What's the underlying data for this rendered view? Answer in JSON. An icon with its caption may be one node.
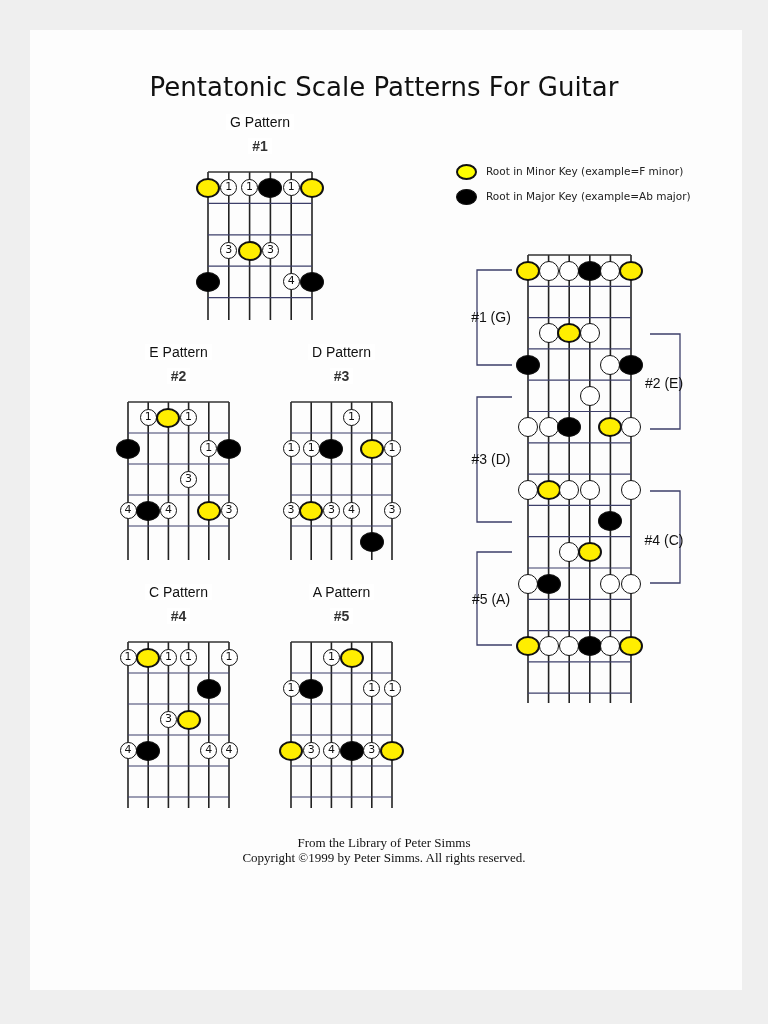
{
  "diagram": {
    "title": "Pentatonic Scale Patterns For Guitar",
    "nodes": [
      {
        "text": [
          "G Pattern",
          "#1"
        ]
      },
      {
        "text": [],
        "shape": "circle",
        "in": 0
      },
      {
        "text": [
          "1"
        ],
        "in": 0
      },
      {
        "text": [
          "1"
        ],
        "in": 0
      },
      {
        "text": [],
        "shape": "circle",
        "in": 0
      },
      {
        "text": [
          "1"
        ],
        "in": 0
      },
      {
        "text": [],
        "shape": "circle",
        "in": 0
      },
      {
        "text": [
          "3"
        ],
        "in": 0
      },
      {
        "text": [],
        "shape": "circle",
        "in": 0
      },
      {
        "text": [
          "3"
        ],
        "in": 0
      },
      {
        "text": [],
        "shape": "circle",
        "in": 0
      },
      {
        "text": [
          "4"
        ],
        "in": 0
      },
      {
        "text": [],
        "shape": "circle",
        "in": 0
      },
      {
        "text": [
          "E Pattern",
          "#2"
        ]
      },
      {
        "text": [
          "1"
        ],
        "in": 13
      },
      {
        "text": [],
        "shape": "circle",
        "in": 13
      },
      {
        "text": [
          "1"
        ],
        "in": 13
      },
      {
        "text": [],
        "shape": "circle",
        "in": 13
      },
      {
        "text": [
          "1"
        ],
        "in": 13
      },
      {
        "text": [],
        "shape": "circle",
        "in": 13
      },
      {
        "text": [
          "3"
        ],
        "in": 13
      },
      {
        "text": [
          "4"
        ],
        "in": 13
      },
      {
        "text": [],
        "shape": "circle",
        "in": 13
      },
      {
        "text": [
          "4"
        ],
        "in": 13
      },
      {
        "text": [],
        "shape": "circle",
        "in": 13
      },
      {
        "text": [
          "3"
        ],
        "in": 13
      },
      {
        "text": [
          "D Pattern",
          "#3"
        ]
      },
      {
        "text": [
          "1"
        ],
        "in": 26
      },
      {
        "text": [
          "1"
        ],
        "in": 26
      },
      {
        "text": [
          "1"
        ],
        "in": 26
      },
      {
        "text": [],
        "shape": "circle",
        "in": 26
      },
      {
        "text": [],
        "shape": "circle",
        "in": 26
      },
      {
        "text": [
          "1"
        ],
        "in": 26
      },
      {
        "text": [
          "3"
        ],
        "in": 26
      },
      {
        "text": [],
        "shape": "circle",
        "in": 26
      },
      {
        "text": [
          "3"
        ],
        "in": 26
      },
      {
        "text": [
          "4"
        ],
        "in": 26
      },
      {
        "text": [
          "3"
        ],
        "in": 26
      },
      {
        "text": [],
        "shape": "circle",
        "in": 26
      },
      {
        "text": [
          "C Pattern",
          "#4"
        ]
      },
      {
        "text": [
          "1"
        ],
        "in": 39
      },
      {
        "text": [],
        "shape": "circle",
        "in": 39
      },
      {
        "text": [
          "1"
        ],
        "in": 39
      },
      {
        "text": [
          "1"
        ],
        "in": 39
      },
      {
        "text": [
          "1"
        ],
        "in": 39
      },
      {
        "text": [],
        "shape": "circle",
        "in": 39
      },
      {
        "text": [
          "3"
        ],
        "in": 39
      },
      {
        "text": [],
        "shape": "circle",
        "in": 39
      },
      {
        "text": [
          "4"
        ],
        "in": 39
      },
      {
        "text": [],
        "shape": "circle",
        "in": 39
      },
      {
        "text": [
          "4"
        ],
        "in": 39
      },
      {
        "text": [
          "4"
        ],
        "in": 39
      },
      {
        "text": [
          "A Pattern",
          "#5"
        ]
      },
      {
        "text": [
          "1"
        ],
        "in": 52
      },
      {
        "text": [],
        "shape": "circle",
        "in": 52
      },
      {
        "text": [
          "1"
        ],
        "in": 52
      },
      {
        "text": [],
        "shape": "circle",
        "in": 52
      },
      {
        "text": [
          "1"
        ],
        "in": 52
      },
      {
        "text": [
          "1"
        ],
        "in": 52
      },
      {
        "text": [],
        "shape": "circle",
        "in": 52
      },
      {
        "text": [
          "3"
        ],
        "in": 52
      },
      {
        "text": [
          "4"
        ],
        "in": 52
      },
      {
        "text": [],
        "shape": "circle",
        "in": 52
      },
      {
        "text": [
          "3"
        ],
        "in": 52
      },
      {
        "text": [],
        "shape": "circle",
        "in": 52
      },
      {
        "text": [],
        "shape": "box"
      },
      {
        "text": [],
        "shape": "circle",
        "in": 65
      },
      {
        "text": [],
        "shape": "circle",
        "in": 65
      },
      {
        "text": [],
        "shape": "circle",
        "in": 65
      },
      {
        "text": [],
        "shape": "circle",
        "in": 65
      },
      {
        "text": [],
        "shape": "circle",
        "in": 65
      },
      {
        "text": [],
        "shape": "circle",
        "in": 65
      },
      {
        "text": [],
        "shape": "circle",
        "in": 65
      },
      {
        "text": [],
        "shape": "circle",
        "in": 65
      },
      {
        "text": [],
        "shape": "circle",
        "in": 65
      },
      {
        "text": [],
        "shape": "circle",
        "in": 65
      },
      {
        "text": [],
        "shape": "circle",
        "in": 65
      },
      {
        "text": [],
        "shape": "circle",
        "in": 65
      },
      {
        "text": [],
        "shape": "circle",
        "in": 65
      },
      {
        "text": [],
        "shape": "circle",
        "in": 65
      },
      {
        "text": [],
        "shape": "circle",
        "in": 65
      },
      {
        "text": [],
        "shape": "circle",
        "in": 65
      },
      {
        "text": [],
        "shape": "circle",
        "in": 65
      },
      {
        "text": [],
        "shape": "circle",
        "in": 65
      },
      {
        "text": [],
        "shape": "circle",
        "in": 65
      },
      {
        "text": [],
        "shape": "circle",
        "in": 65
      },
      {
        "text": [],
        "shape": "circle",
        "in": 65
      },
      {
        "text": [],
        "shape": "circle",
        "in": 65
      },
      {
        "text": [],
        "shape": "circle",
        "in": 65
      },
      {
        "text": [],
        "shape": "circle",
        "in": 65
      },
      {
        "text": [],
        "shape": "circle",
        "in": 65
      },
      {
        "text": [],
        "shape": "circle",
        "in": 65
      },
      {
        "text": [],
        "shape": "circle",
        "in": 65
      },
      {
        "text": [],
        "shape": "circle",
        "in": 65
      },
      {
        "text": [],
        "shape": "circle",
        "in": 65
      },
      {
        "text": [],
        "shape": "circle",
        "in": 65
      },
      {
        "text": [],
        "shape": "circle",
        "in": 65
      },
      {
        "text": [],
        "shape": "circle",
        "in": 65
      },
      {
        "text": [],
        "shape": "circle",
        "in": 65
      },
      {
        "text": [],
        "shape": "circle",
        "in": 65
      },
      {
        "text": [],
        "shape": "circle",
        "in": 65
      },
      {
        "text": [],
        "shape": "circle",
        "in": 65
      }
    ],
    "labels": [
      "#1 (G)",
      "#2 (E)",
      "#3 (D)",
      "#4 (C)",
      "#5 (A)",
      "From the Library of Peter Simms",
      "Copyright ©1999 by Peter Simms. All rights reserved."
    ],
    "legend": [
      {
        "text": "Root in Minor Key  (example=F minor)",
        "color": "#ffff00"
      },
      {
        "text": "Root in Major Key (example=Ab major)",
        "color": "#000000"
      }
    ]
  }
}
